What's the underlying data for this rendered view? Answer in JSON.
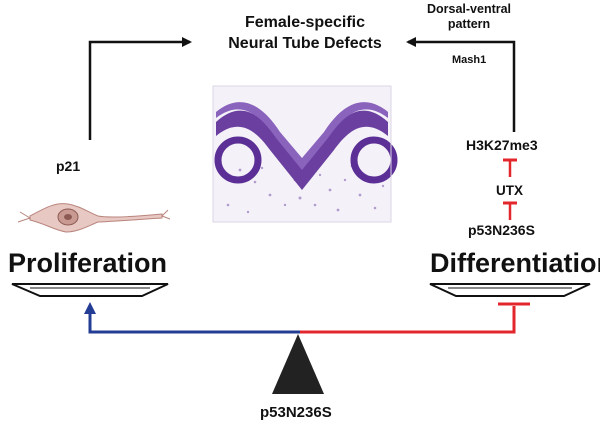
{
  "title": {
    "line1": "Female-specific",
    "line2": "Neural Tube Defects"
  },
  "dorsal_ventral": {
    "line1": "Dorsal-ventral",
    "line2": "pattern"
  },
  "mash1": "Mash1",
  "p21": "p21",
  "h3k27me3": "H3K27me3",
  "utx": "UTX",
  "p53_right": "p53N236S",
  "proliferation": "Proliferation",
  "differentiation": "Differentiation",
  "p53_bottom": "p53N236S",
  "colors": {
    "activation": "#233d94",
    "inhibition": "#e3262b",
    "arrow": "#111111",
    "tissue": "#6a3fa0"
  }
}
